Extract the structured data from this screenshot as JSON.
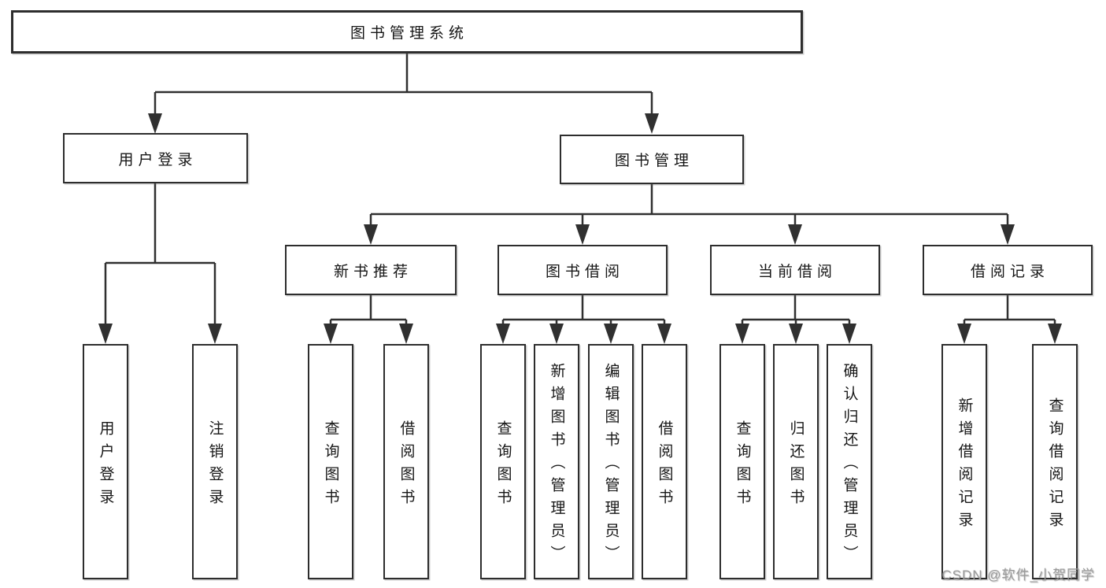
{
  "diagram": {
    "root": {
      "label": "图书管理系统",
      "children": [
        {
          "label": "用户登录",
          "children": [
            {
              "label": "用户登录"
            },
            {
              "label": "注销登录"
            }
          ]
        },
        {
          "label": "图书管理",
          "children": [
            {
              "label": "新书推荐",
              "children": [
                {
                  "label": "查询图书"
                },
                {
                  "label": "借阅图书"
                }
              ]
            },
            {
              "label": "图书借阅",
              "children": [
                {
                  "label": "查询图书"
                },
                {
                  "label": "新增图书（管理员）"
                },
                {
                  "label": "编辑图书（管理员）"
                },
                {
                  "label": "借阅图书"
                }
              ]
            },
            {
              "label": "当前借阅",
              "children": [
                {
                  "label": "查询图书"
                },
                {
                  "label": "归还图书"
                },
                {
                  "label": "确认归还（管理员）"
                }
              ]
            },
            {
              "label": "借阅记录",
              "children": [
                {
                  "label": "新增借阅记录"
                },
                {
                  "label": "查询借阅记录"
                }
              ]
            }
          ]
        }
      ]
    }
  },
  "watermark": {
    "text": "CSDN @软件_小贺同学"
  },
  "colors": {
    "background": "#ffffff",
    "line": "#303030",
    "box_border": "#2d2d2d",
    "watermark": "#9b9b9b"
  }
}
